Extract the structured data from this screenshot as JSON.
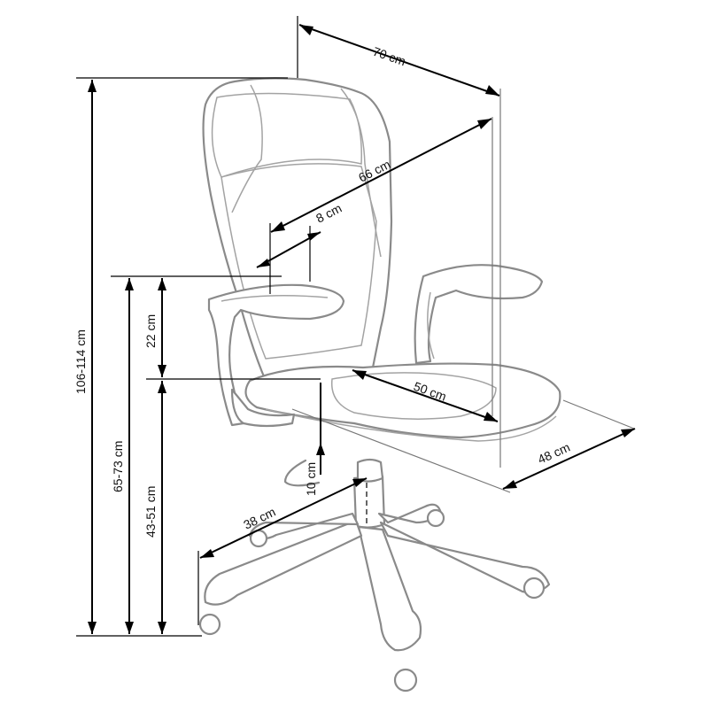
{
  "dimensions": {
    "width_top": "70 cm",
    "backrest_diagonal": "66 cm",
    "armrest_width": "8 cm",
    "overall_height": "106-114 cm",
    "armrest_height": "65-73 cm",
    "seat_height": "43-51 cm",
    "armrest_above_seat": "22 cm",
    "seat_depth": "50 cm",
    "seat_width": "48 cm",
    "seat_adjust": "10 cm",
    "base_radius": "38 cm"
  },
  "colors": {
    "outline": "#8a8a8a",
    "dimension_line": "#000000",
    "background": "#ffffff"
  }
}
